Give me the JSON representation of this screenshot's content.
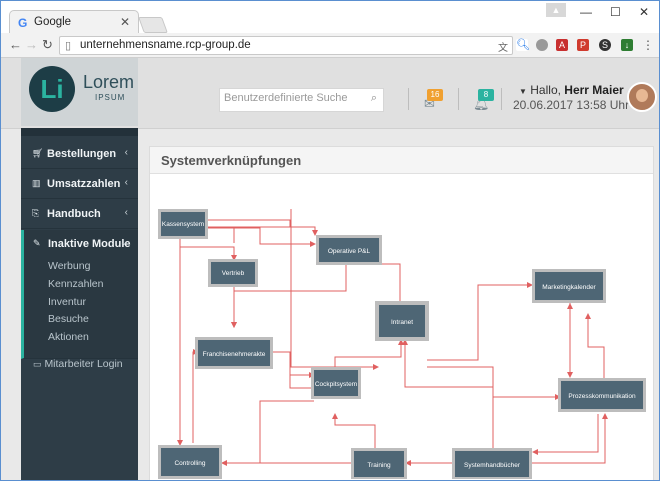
{
  "browser": {
    "tab_title": "Google",
    "tab_close": "✕",
    "url": "unternehmensname.rcp-group.de",
    "window_controls": [
      "—",
      "☐",
      "✕"
    ]
  },
  "header": {
    "logo_letters": "Li",
    "logo_name": "Lorem",
    "logo_sub": "IPSUM",
    "search_placeholder": "Benutzerdefinierte Suche",
    "mail_badge": "16",
    "notif_badge": "8",
    "greeting": "Hallo,",
    "user_name": "Herr Maier",
    "datetime": "20.06.2017 13:58 Uhr",
    "colors": {
      "mail_badge": "#f0a030",
      "notif_badge": "#2bb3a0"
    }
  },
  "sidebar": {
    "items": [
      {
        "label": "Bestellungen",
        "icon": "cart-icon"
      },
      {
        "label": "Umsatzzahlen",
        "icon": "chart-icon"
      },
      {
        "label": "Handbuch",
        "icon": "book-icon"
      },
      {
        "label": "Inaktive Module",
        "icon": "edit-icon"
      }
    ],
    "subitems": [
      "Werbung",
      "Kennzahlen",
      "Inventur",
      "Besuche",
      "Aktionen"
    ],
    "login": "Mitarbeiter Login"
  },
  "content": {
    "title": "Systemverknüpfungen",
    "nodes": {
      "kassensystem": "Kassensystem",
      "vertrieb": "Vertrieb",
      "operative": "Operative P&L",
      "intranet": "Intranet",
      "marketing": "Marketingkalender",
      "franchise": "Franchisenehmerakte",
      "cockpit": "Cockpitsystem",
      "prozess": "Prozesskommunikation",
      "controlling": "Controlling",
      "training": "Training",
      "handbuecher": "Systemhandbücher"
    },
    "colors": {
      "node": "#4e6675",
      "node_border": "#bdbdbd",
      "connector": "#e06060"
    }
  }
}
